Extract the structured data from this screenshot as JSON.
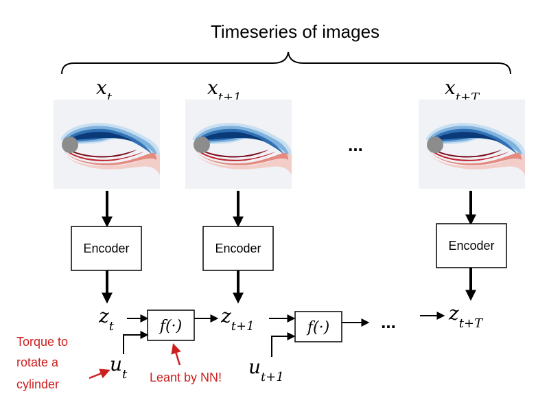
{
  "title": "Timeseries of images",
  "frames": [
    {
      "sub_base": "x",
      "sub": "t"
    },
    {
      "sub_base": "x",
      "sub": "t+1"
    },
    {
      "sub_base": "x",
      "sub": "t+T"
    }
  ],
  "ellipsis": "...",
  "encoder_label": "Encoder",
  "latents": [
    {
      "base": "z",
      "sub": "t"
    },
    {
      "base": "z",
      "sub": "t+1"
    },
    {
      "base": "z",
      "sub": "t+T"
    }
  ],
  "controls": [
    {
      "base": "u",
      "sub": "t"
    },
    {
      "base": "u",
      "sub": "t+1"
    }
  ],
  "function_label": "f(·)",
  "annotations": {
    "torque": [
      "Torque to",
      "rotate a",
      "cylinder"
    ],
    "learnt": "Leant by NN!"
  },
  "colors": {
    "annotation": "#cc1f1f",
    "arrow": "#000000",
    "cylinder": "#8c8c8c",
    "blue_dark": "#0b3a78",
    "red_dark": "#7a0a1c"
  }
}
